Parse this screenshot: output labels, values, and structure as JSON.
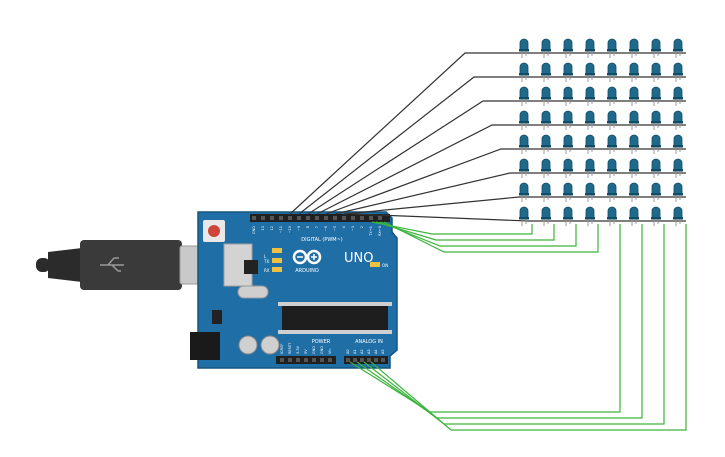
{
  "board": {
    "brand_text": "ARDUINO",
    "model_text": "UNO",
    "digital_header_label": "DIGITAL (PWM~)",
    "power_label": "POWER",
    "analog_label": "ANALOG IN",
    "tx_label": "TX",
    "rx_label": "RX",
    "l_label": "L",
    "on_label": "ON",
    "digital_pins": [
      "GND",
      "13",
      "12",
      "~11",
      "~10",
      "~9",
      "8",
      "7",
      "~6",
      "~5",
      "4",
      "~3",
      "2",
      "TX→1",
      "RX←0"
    ],
    "power_pins": [
      "IOREF",
      "RESET",
      "3.3V",
      "5V",
      "GND",
      "GND",
      "Vin"
    ],
    "analog_pins": [
      "A0",
      "A1",
      "A2",
      "A3",
      "A4",
      "A5"
    ]
  },
  "led_matrix": {
    "rows": 8,
    "cols": 8
  },
  "colors": {
    "board": "#1f6fa6",
    "board_edge": "#17557f",
    "led": "#1f6a8a",
    "led_dark": "#134c66",
    "wire_row": "#333333",
    "wire_col": "#3cb43c",
    "usb": "#2b2b2b"
  }
}
